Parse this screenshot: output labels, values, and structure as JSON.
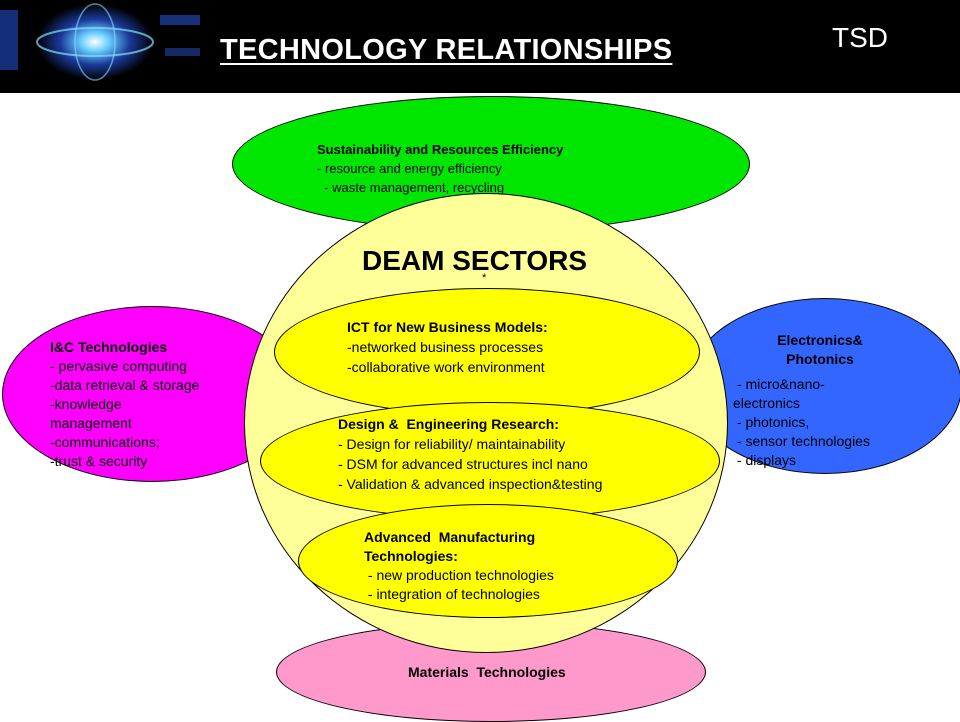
{
  "header": {
    "title": "TECHNOLOGY RELATIONSHIPS",
    "badge": "TSD"
  },
  "diagram": {
    "center": {
      "title": "DEAM SECTORS",
      "marker": "*"
    },
    "sustainability": {
      "title": "Sustainability and Resources Efficiency",
      "items": [
        "- resource and energy efficiency",
        "  - waste management, recycling"
      ]
    },
    "ic": {
      "title": "I&C Technologies",
      "items": [
        "- pervasive computing",
        "-data retrieval & storage",
        "-knowledge",
        "management",
        "-communications;",
        "-trust & security"
      ]
    },
    "electronics": {
      "title": [
        "Electronics&",
        "Photonics"
      ],
      "items": [
        " - micro&nano-",
        "electronics",
        " - photonics,",
        " - sensor technologies",
        " - displays"
      ]
    },
    "ict": {
      "title": "ICT for New Business Models:",
      "items": [
        "-networked business processes",
        "-collaborative work environment"
      ]
    },
    "design": {
      "title": "Design &  Engineering Research:",
      "items": [
        "- Design for reliability/ maintainability",
        "- DSM for advanced structures incl nano",
        "- Validation & advanced inspection&testing"
      ]
    },
    "manufacturing": {
      "title": [
        "Advanced  Manufacturing",
        "Technologies:"
      ],
      "items": [
        " - new production technologies",
        " - integration of technologies"
      ]
    },
    "materials": {
      "title": "Materials  Technologies"
    }
  },
  "colors": {
    "header_bg": "#000000",
    "sustainability": "#00e600",
    "ic": "#ff00ff",
    "electronics": "#3366ff",
    "center": "#ffff99",
    "inner": "#ffff00",
    "materials": "#ff99cc"
  }
}
